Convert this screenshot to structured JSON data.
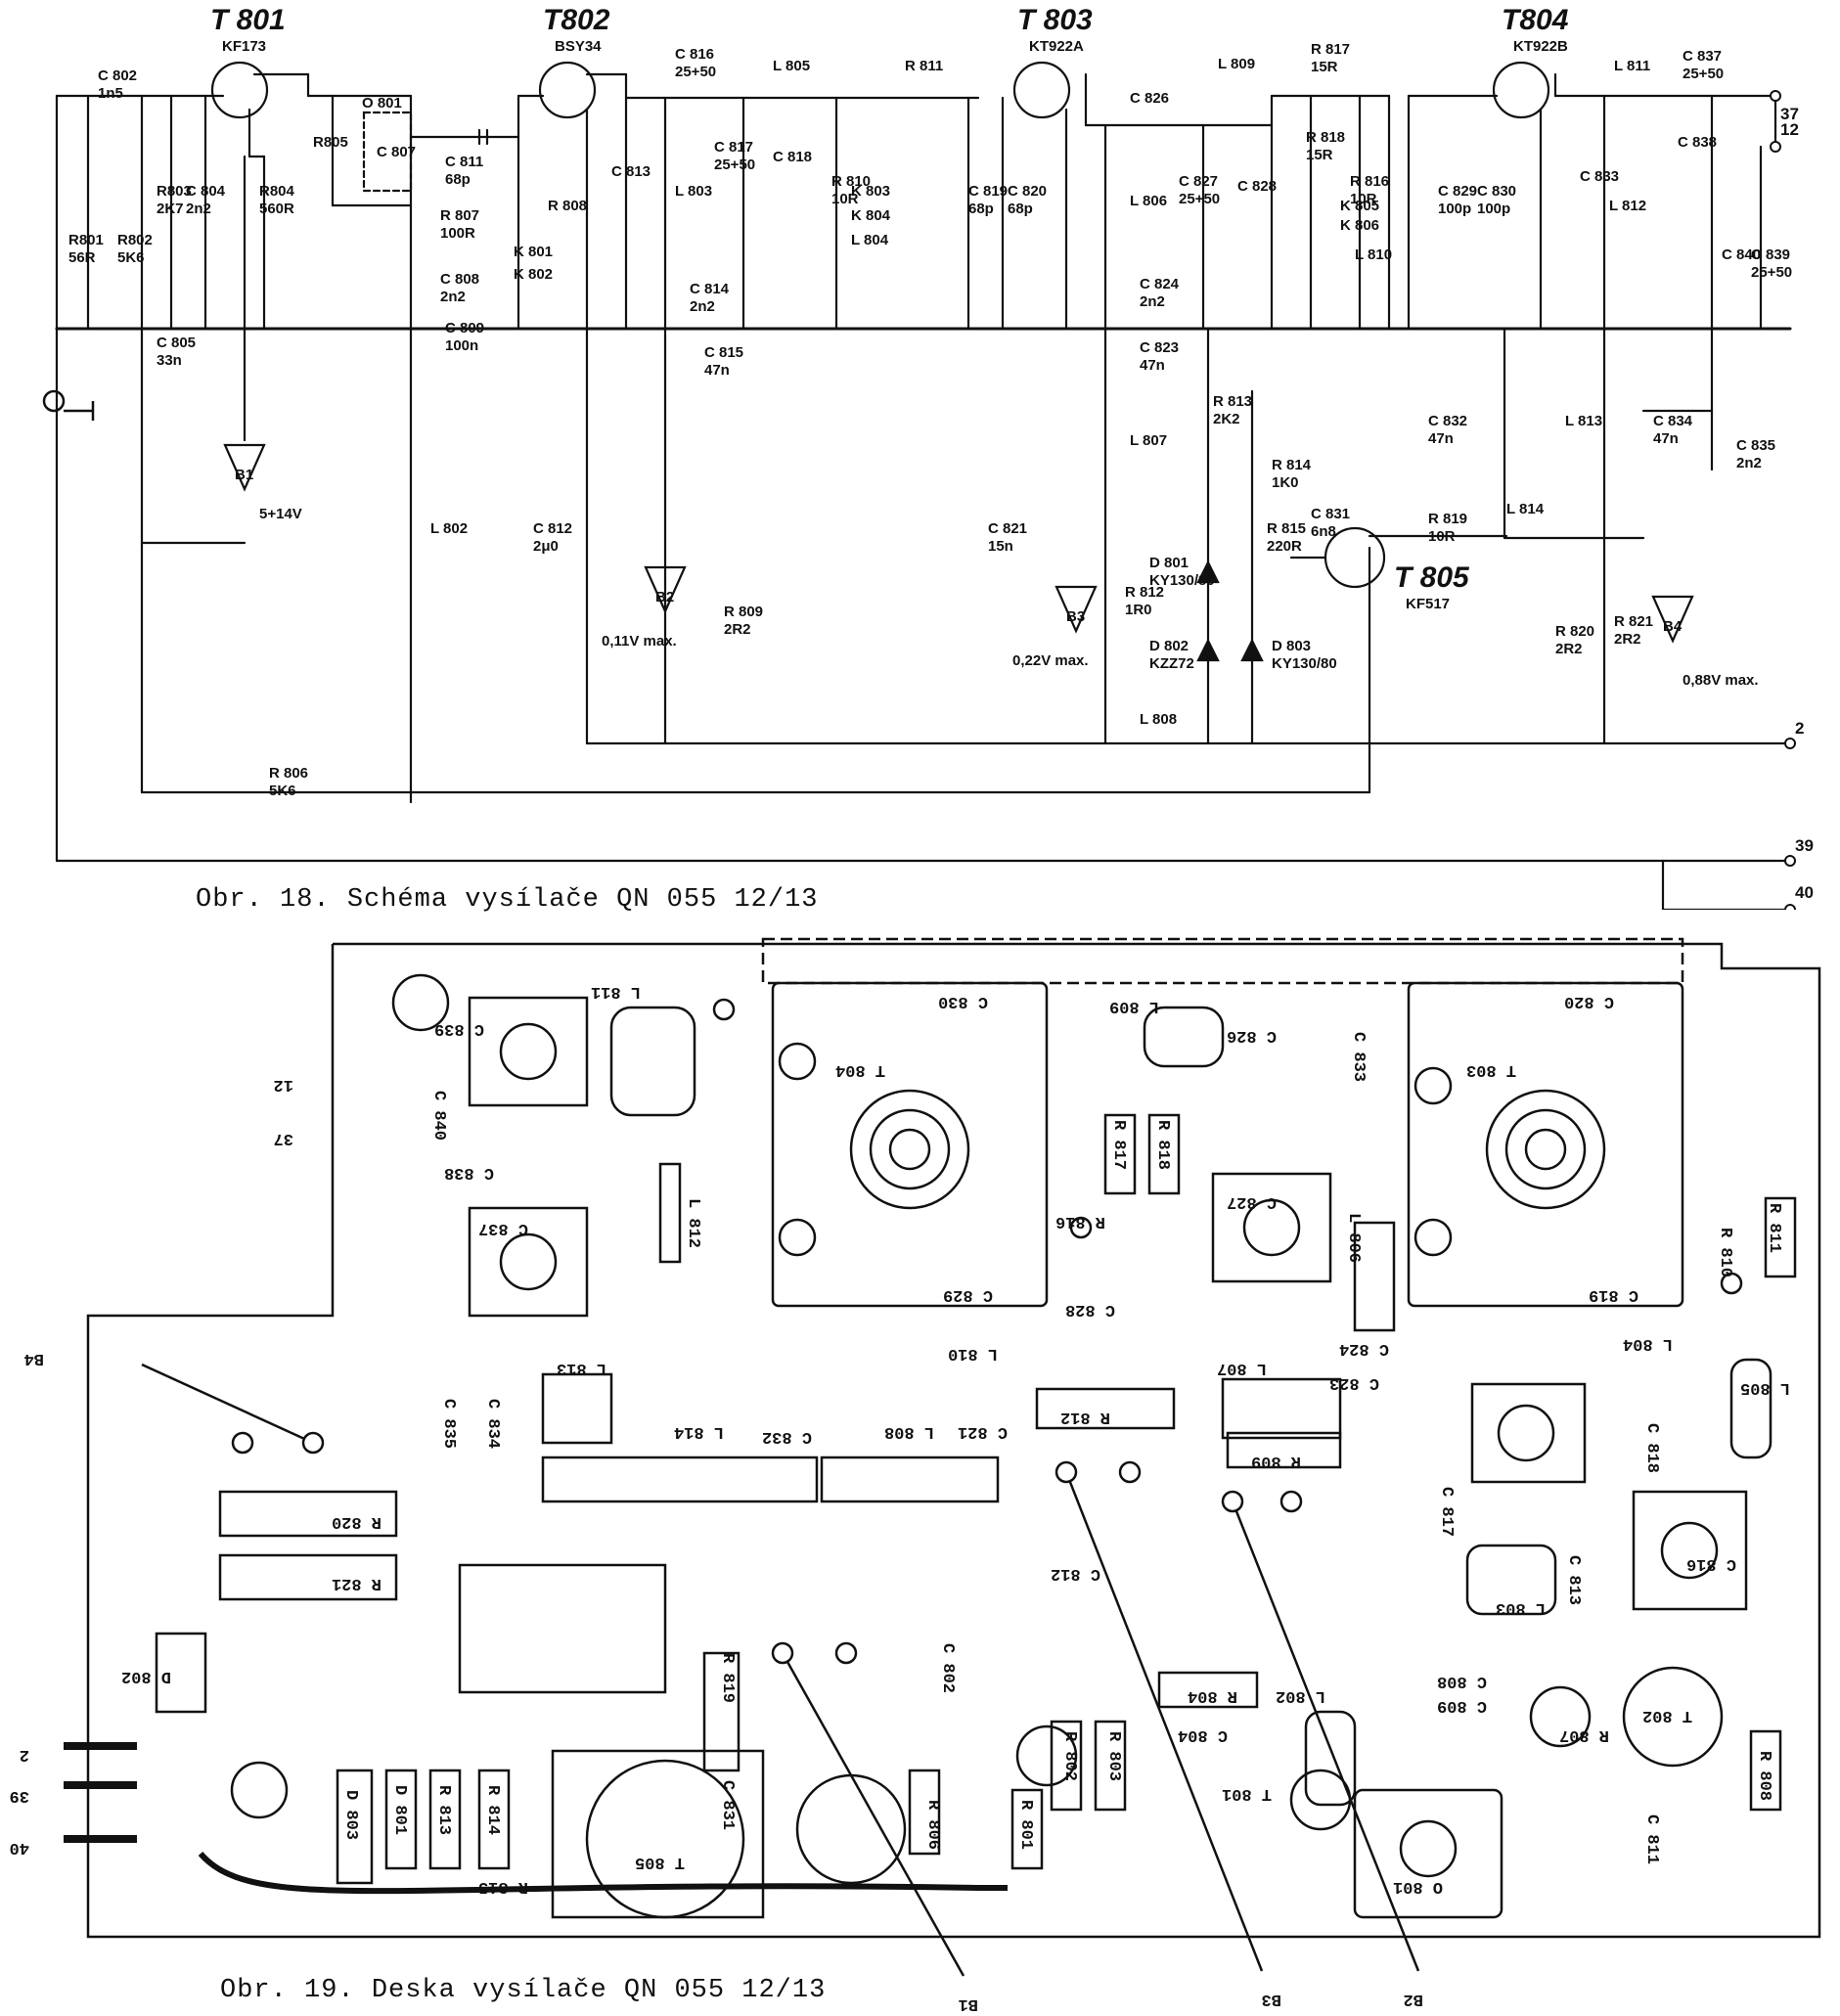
{
  "captions": {
    "schematic": "Obr. 18. Schéma vysílače QN 055 12/13",
    "board": "Obr. 19. Deska vysílače QN 055 12/13"
  },
  "transistors": [
    {
      "ref": "T 801",
      "type": "KF173"
    },
    {
      "ref": "T802",
      "type": "BSY34"
    },
    {
      "ref": "T 803",
      "type": "KT922A"
    },
    {
      "ref": "T804",
      "type": "KT922B"
    },
    {
      "ref": "T 805",
      "type": "KF517"
    }
  ],
  "components": [
    {
      "ref": "C 802",
      "value": "1n5"
    },
    {
      "ref": "R801",
      "value": "56R"
    },
    {
      "ref": "R802",
      "value": "5K6"
    },
    {
      "ref": "R803",
      "value": "2K7"
    },
    {
      "ref": "C 804",
      "value": "2n2"
    },
    {
      "ref": "R804",
      "value": "560R"
    },
    {
      "ref": "R805",
      "value": ""
    },
    {
      "ref": "O 801",
      "value": ""
    },
    {
      "ref": "C 807",
      "value": ""
    },
    {
      "ref": "C 811",
      "value": "68p"
    },
    {
      "ref": "R 807",
      "value": "100R"
    },
    {
      "ref": "K 801",
      "value": ""
    },
    {
      "ref": "K 802",
      "value": ""
    },
    {
      "ref": "C 808",
      "value": "2n2"
    },
    {
      "ref": "C 805",
      "value": "33n"
    },
    {
      "ref": "C 809",
      "value": "100n"
    },
    {
      "ref": "R 808",
      "value": ""
    },
    {
      "ref": "C 813",
      "value": ""
    },
    {
      "ref": "C 816",
      "value": "25+50"
    },
    {
      "ref": "L 805",
      "value": ""
    },
    {
      "ref": "R 811",
      "value": ""
    },
    {
      "ref": "C 817",
      "value": "25+50"
    },
    {
      "ref": "C 818",
      "value": ""
    },
    {
      "ref": "R 810",
      "value": "10R"
    },
    {
      "ref": "K 803",
      "value": ""
    },
    {
      "ref": "K 804",
      "value": ""
    },
    {
      "ref": "L 804",
      "value": ""
    },
    {
      "ref": "C 814",
      "value": "2n2"
    },
    {
      "ref": "C 815",
      "value": "47n"
    },
    {
      "ref": "C 819",
      "value": "68p"
    },
    {
      "ref": "C 820",
      "value": "68p"
    },
    {
      "ref": "C 826",
      "value": ""
    },
    {
      "ref": "L 809",
      "value": ""
    },
    {
      "ref": "R 817",
      "value": "15R"
    },
    {
      "ref": "R 818",
      "value": "15R"
    },
    {
      "ref": "C 827",
      "value": "25+50"
    },
    {
      "ref": "C 828",
      "value": ""
    },
    {
      "ref": "L 806",
      "value": ""
    },
    {
      "ref": "C 824",
      "value": "2n2"
    },
    {
      "ref": "C 823",
      "value": "47n"
    },
    {
      "ref": "R 816",
      "value": "10R"
    },
    {
      "ref": "K 805",
      "value": ""
    },
    {
      "ref": "K 806",
      "value": ""
    },
    {
      "ref": "L 810",
      "value": ""
    },
    {
      "ref": "C 829",
      "value": "100p"
    },
    {
      "ref": "C 830",
      "value": "100p"
    },
    {
      "ref": "C 833",
      "value": ""
    },
    {
      "ref": "L 811",
      "value": ""
    },
    {
      "ref": "C 837",
      "value": "25+50"
    },
    {
      "ref": "C 838",
      "value": ""
    },
    {
      "ref": "L 812",
      "value": ""
    },
    {
      "ref": "C 840",
      "value": ""
    },
    {
      "ref": "C 839",
      "value": "25+50"
    },
    {
      "ref": "R 813",
      "value": "2K2"
    },
    {
      "ref": "R 814",
      "value": "1K0"
    },
    {
      "ref": "C 831",
      "value": "6n8"
    },
    {
      "ref": "R 815",
      "value": "220R"
    },
    {
      "ref": "R 819",
      "value": "10R"
    },
    {
      "ref": "L 814",
      "value": ""
    },
    {
      "ref": "C 832",
      "value": "47n"
    },
    {
      "ref": "L 813",
      "value": ""
    },
    {
      "ref": "C 834",
      "value": "47n"
    },
    {
      "ref": "C 835",
      "value": "2n2"
    },
    {
      "ref": "L 807",
      "value": ""
    },
    {
      "ref": "C 821",
      "value": "15n"
    },
    {
      "ref": "R 812",
      "value": "1R0"
    },
    {
      "ref": "D 801",
      "value": "KY130/80"
    },
    {
      "ref": "D 802",
      "value": "KZZ72"
    },
    {
      "ref": "D 803",
      "value": "KY130/80"
    },
    {
      "ref": "L 808",
      "value": ""
    },
    {
      "ref": "R 820",
      "value": "2R2"
    },
    {
      "ref": "R 821",
      "value": "2R2"
    },
    {
      "ref": "L 802",
      "value": ""
    },
    {
      "ref": "C 812",
      "value": "2μ0"
    },
    {
      "ref": "R 809",
      "value": "2R2"
    },
    {
      "ref": "R 806",
      "value": "5K6"
    },
    {
      "ref": "L 803",
      "value": ""
    }
  ],
  "test_points": [
    {
      "ref": "B1",
      "value": "5+14V"
    },
    {
      "ref": "B2",
      "value": "0,11V max."
    },
    {
      "ref": "B3",
      "value": "0,22V max."
    },
    {
      "ref": "B4",
      "value": "0,88V max."
    }
  ],
  "terminals": [
    "37",
    "12",
    "2",
    "39",
    "40"
  ],
  "board_labels": [
    "C 839",
    "L 811",
    "C 830",
    "C 820",
    "L 809",
    "C 826",
    "C 833",
    "T 804",
    "T 803",
    "C 840",
    "C 838",
    "C 837",
    "L 812",
    "C 829",
    "R 817",
    "R 818",
    "R 816",
    "C 828",
    "C 827",
    "L 806",
    "C 819",
    "R 811",
    "R 810",
    "L 810",
    "L 807",
    "C 824",
    "C 823",
    "L 804",
    "L 805",
    "L 813",
    "C 835",
    "C 834",
    "C 832",
    "L 814",
    "C 821",
    "L 808",
    "R 812",
    "R 809",
    "C 818",
    "R 820",
    "R 821",
    "C 812",
    "C 817",
    "C 813",
    "C 816",
    "L 803",
    "L 802",
    "R 819",
    "C 802",
    "C 808",
    "C 809",
    "R 804",
    "C 804",
    "D 802",
    "R 806",
    "R 803",
    "R 802",
    "R 801",
    "T 801",
    "T 805",
    "T 802",
    "O 801",
    "R 807",
    "R 808",
    "C 811",
    "C 831",
    "R 815",
    "D 803",
    "D 801",
    "R 813",
    "R 814",
    "B1",
    "B2",
    "B3",
    "B4"
  ]
}
